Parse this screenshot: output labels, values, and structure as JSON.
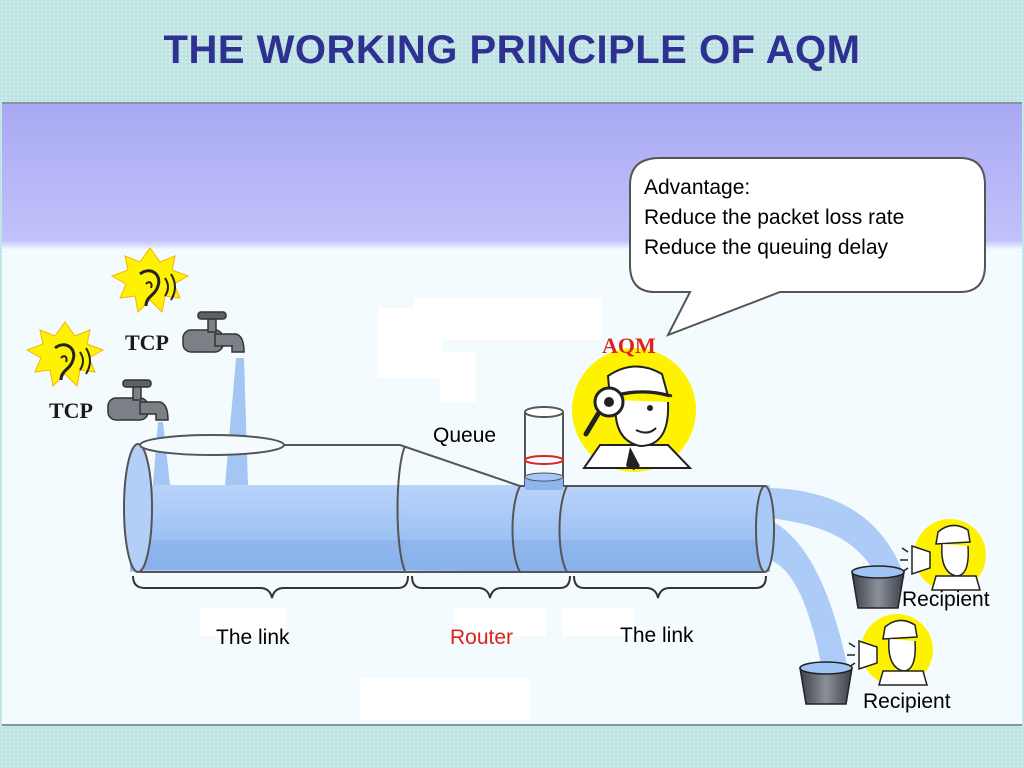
{
  "title": "THE WORKING PRINCIPLE OF AQM",
  "callout": {
    "heading": "Advantage:",
    "lines": [
      "Reduce the packet loss rate",
      "Reduce the queuing delay"
    ]
  },
  "labels": {
    "aqm": "AQM",
    "tcp_top": "TCP",
    "tcp_bottom": "TCP",
    "queue": "Queue",
    "link_left": "The link",
    "router": "Router",
    "link_right": "The link",
    "recipient_top": "Recipient",
    "recipient_bottom": "Recipient"
  },
  "colors": {
    "title": "#2e3192",
    "router": "#e0221b",
    "aqm": "#e0221b",
    "water": "#9ec3f4"
  }
}
